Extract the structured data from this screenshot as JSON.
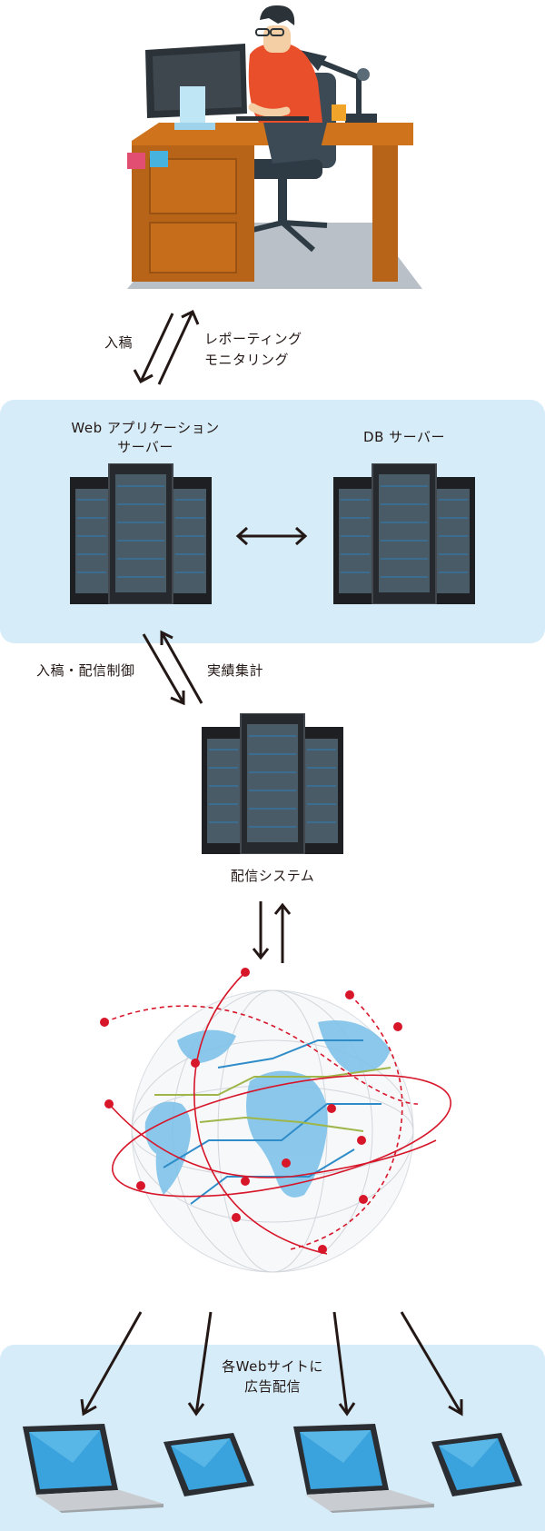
{
  "diagram": {
    "flow_top": {
      "down_label": "入稿",
      "up_label_line1": "レポーティング",
      "up_label_line2": "モニタリング"
    },
    "server_panel": {
      "web_server_line1": "Web アプリケーション",
      "web_server_line2": "サーバー",
      "db_server": "DB サーバー"
    },
    "flow_middle": {
      "down_label": "入稿・配信制御",
      "up_label": "実績集計"
    },
    "delivery_system": "配信システム",
    "devices_panel": {
      "caption_line1": "各Webサイトに",
      "caption_line2": "広告配信"
    }
  },
  "colors": {
    "panel": "#d6ecf8",
    "arrow": "#231815",
    "network_red": "#d7162a",
    "continent_blue": "#7fc2e9"
  }
}
